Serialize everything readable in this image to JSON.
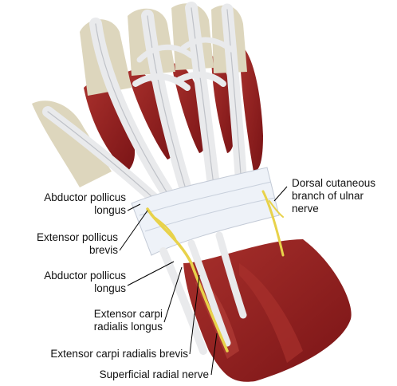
{
  "labels": {
    "abductor_pollicis_longus_upper": [
      "Abductor pollicus",
      "longus"
    ],
    "extensor_pollicis_brevis": [
      "Extensor pollicus",
      "brevis"
    ],
    "abductor_pollicis_longus_lower": [
      "Abductor pollicus",
      "longus"
    ],
    "extensor_carpi_radialis_longus": [
      "Extensor carpi",
      "radialis longus"
    ],
    "extensor_carpi_radialis_brevis": [
      "Extensor carpi radialis brevis"
    ],
    "superficial_radial_nerve": [
      "Superficial radial nerve"
    ],
    "dorsal_cutaneous_branch": [
      "Dorsal cutaneous",
      "branch of ulnar",
      "nerve"
    ]
  },
  "colors": {
    "muscle": "#8e1d1f",
    "muscle_light": "#b8413a",
    "tendon": "#e6e7e9",
    "tendon_shadow": "#b9bcc2",
    "bone": "#d8cfae",
    "retinaculum": "#eef2f8",
    "nerve": "#e8d24a",
    "leader": "#000000"
  }
}
